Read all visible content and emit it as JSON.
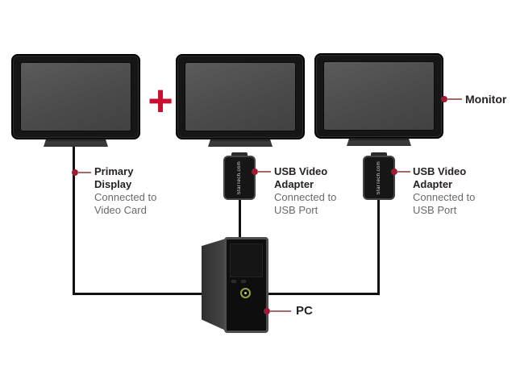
{
  "colors": {
    "background": "#ffffff",
    "accent_red": "#c8102e",
    "dot_red": "#9e1b32",
    "leader_line": "#a26a6a",
    "cable": "#111111",
    "title_text": "#262122",
    "subtitle_text": "#6a6a6c",
    "power_ring_green": "#97a23b"
  },
  "plus_sign": "+",
  "adapter_brand": "StarTech.com",
  "callouts": {
    "monitor": {
      "label": "Monitor"
    },
    "primary_display": {
      "title": "Primary Display",
      "subtitle": "Connected to Video Card"
    },
    "usb_adapter_center": {
      "title": "USB Video Adapter",
      "subtitle": "Connected to USB Port"
    },
    "usb_adapter_right": {
      "title": "USB Video Adapter",
      "subtitle": "Connected to USB Port"
    },
    "pc": {
      "label": "PC"
    }
  }
}
